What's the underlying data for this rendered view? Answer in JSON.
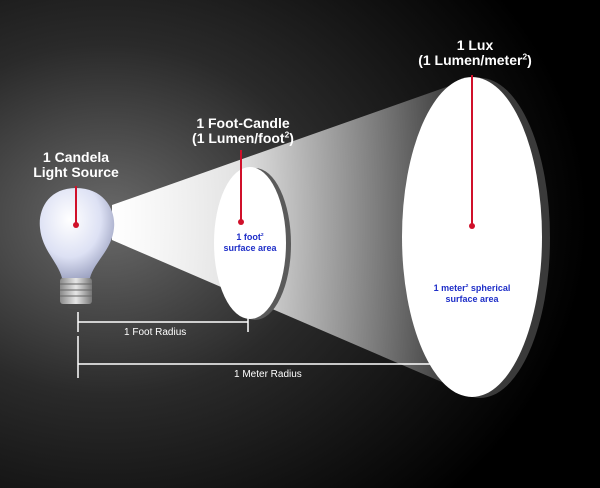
{
  "labels": {
    "candela_line1": "1 Candela",
    "candela_line2": "Light Source",
    "footcandle_line1": "1 Foot-Candle",
    "footcandle_line2_pre": "(1 Lumen/foot",
    "footcandle_line2_sup": "2",
    "footcandle_line2_post": ")",
    "lux_line1": "1 Lux",
    "lux_line2_pre": "(1 Lumen/meter",
    "lux_line2_sup": "2",
    "lux_line2_post": ")"
  },
  "areas": {
    "foot_pre": "1 foot",
    "foot_sup": "2",
    "foot_line2": "surface area",
    "meter_pre": "1 meter",
    "meter_sup": "2",
    "meter_post": " spherical",
    "meter_line2": "surface area"
  },
  "measurements": {
    "foot_radius": "1 Foot Radius",
    "meter_radius": "1 Meter Radius"
  },
  "colors": {
    "marker": "#d0102a",
    "area_text": "#1f2fc8",
    "beam": "#ffffff"
  }
}
